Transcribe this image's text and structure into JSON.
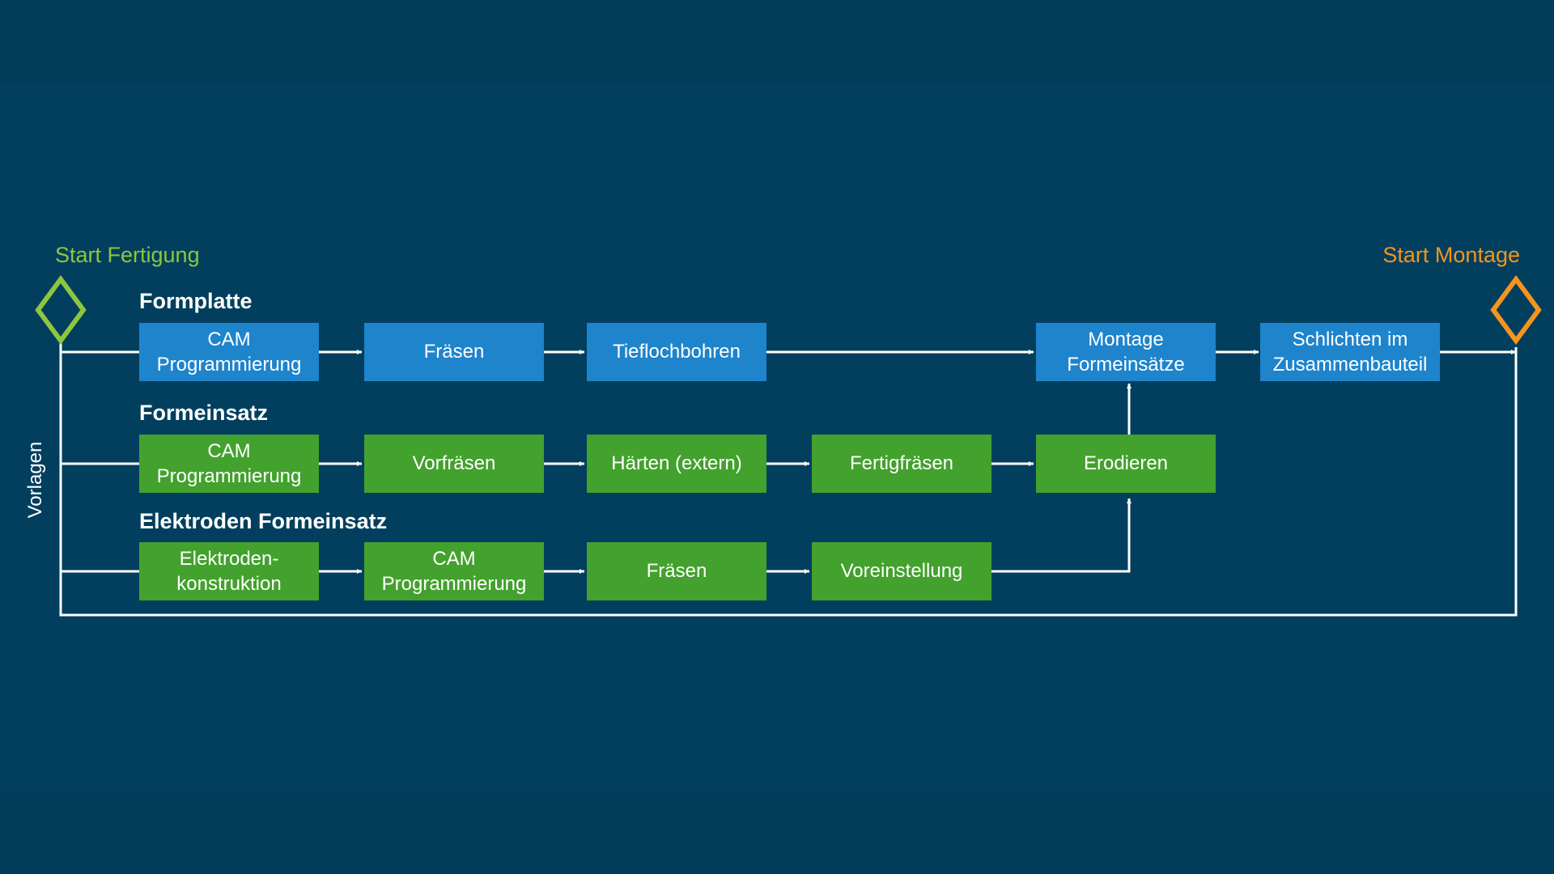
{
  "start_left": "Start Fertigung",
  "start_right": "Start Montage",
  "side_label": "Vorlagen",
  "colors": {
    "background": "#013d5a",
    "band": "#023f5e",
    "blue_box": "#1e84cc",
    "green_box": "#43a12d",
    "start_green": "#8dc63f",
    "start_orange": "#f7941d",
    "lines": "#ffffff"
  },
  "sections": {
    "formplatte": {
      "title": "Formplatte",
      "steps": [
        "CAM\nProgrammierung",
        "Fräsen",
        "Tieflochbohren",
        "Montage\nFormeinsätze",
        "Schlichten im\nZusammenbauteil"
      ]
    },
    "formeinsatz": {
      "title": "Formeinsatz",
      "steps": [
        "CAM\nProgrammierung",
        "Vorfräsen",
        "Härten (extern)",
        "Fertigfräsen",
        "Erodieren"
      ]
    },
    "elektroden": {
      "title": "Elektroden Formeinsatz",
      "steps": [
        "Elektroden-\nkonstruktion",
        "CAM\nProgrammierung",
        "Fräsen",
        "Voreinstellung"
      ]
    }
  }
}
